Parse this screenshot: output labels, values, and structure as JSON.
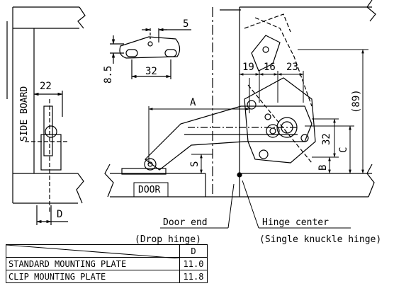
{
  "labels": {
    "side_board": "SIDE BOARD",
    "door": "DOOR",
    "door_end": "Door end",
    "drop_hinge": "(Drop hinge)",
    "hinge_center": "Hinge center",
    "single_knuckle": "(Single knuckle hinge)"
  },
  "dims": {
    "d22": "22",
    "d_label": "D",
    "d5": "5",
    "d85": "8.5",
    "d32top": "32",
    "a": "A",
    "d19": "19",
    "d16": "16",
    "d23": "23",
    "d89": "(89)",
    "d32v": "32",
    "c": "C",
    "b": "B",
    "s": "S"
  },
  "table": {
    "header": "D",
    "rows": [
      {
        "name": "STANDARD MOUNTING PLATE",
        "value": "11.0"
      },
      {
        "name": "CLIP MOUNTING PLATE",
        "value": "11.8"
      }
    ]
  }
}
